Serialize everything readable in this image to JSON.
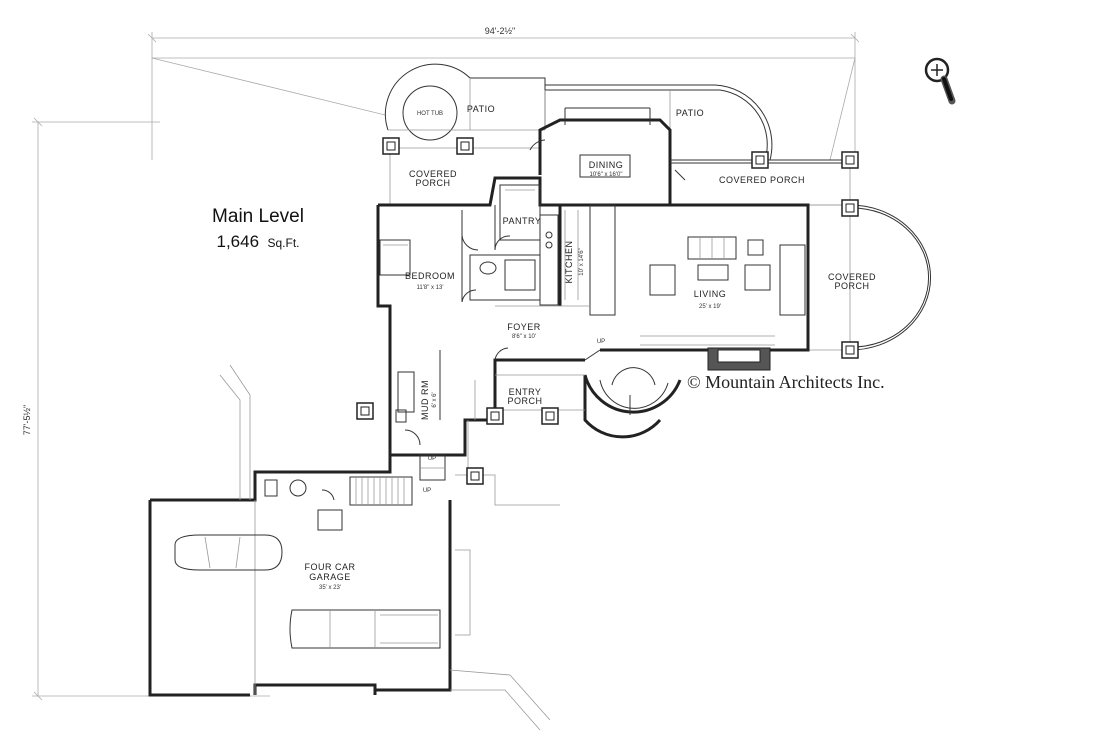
{
  "plan": {
    "title": "Main Level",
    "area_value": "1,646",
    "area_unit": "Sq.Ft.",
    "overall_width": "94'-2½\"",
    "overall_depth": "77'-5½\"",
    "copyright": "© Mountain Architects Inc."
  },
  "icons": {
    "zoom": "magnifier-plus-icon"
  },
  "rooms": {
    "hot_tub": "HOT TUB",
    "patio_left": "PATIO",
    "patio_right": "PATIO",
    "covered_porch_left_1": "COVERED",
    "covered_porch_left_2": "PORCH",
    "dining": "DINING",
    "dining_size": "10'6\" x 16'0\"",
    "covered_porch_top": "COVERED PORCH",
    "covered_porch_right_1": "COVERED",
    "covered_porch_right_2": "PORCH",
    "pantry": "PANTRY",
    "bedroom": "BEDROOM",
    "bedroom_size": "11'8\" x 13'",
    "kitchen": "KITCHEN",
    "kitchen_size": "10' x 14'6\"",
    "living": "LIVING",
    "living_size": "25' x 19'",
    "foyer": "FOYER",
    "foyer_size": "8'6\" x 10'",
    "up_foyer": "UP",
    "mud_rm": "MUD RM",
    "mud_rm_size": "6' x 6'",
    "entry_porch_1": "ENTRY",
    "entry_porch_2": "PORCH",
    "up_mud_1": "UP",
    "up_mud_2": "UP",
    "garage_1": "FOUR CAR",
    "garage_2": "GARAGE",
    "garage_size": "35' x 23'"
  }
}
